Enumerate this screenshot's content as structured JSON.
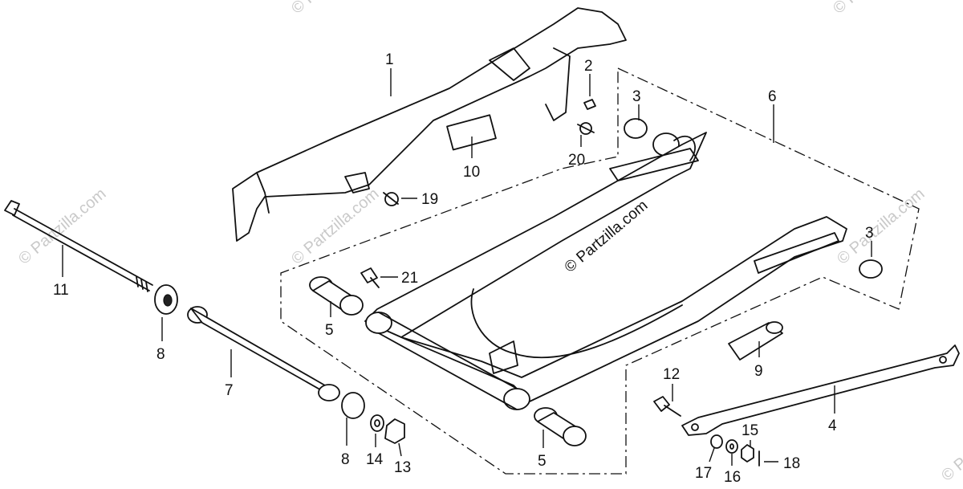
{
  "watermark": {
    "text": "© Partzilla.com",
    "color": "#c9c9c9"
  },
  "callouts": {
    "c1": "1",
    "c2": "2",
    "c3a": "3",
    "c3b": "3",
    "c4": "4",
    "c5a": "5",
    "c5b": "5",
    "c6": "6",
    "c7": "7",
    "c8a": "8",
    "c8b": "8",
    "c9": "9",
    "c10": "10",
    "c11": "11",
    "c12": "12",
    "c13": "13",
    "c14": "14",
    "c15": "15",
    "c16": "16",
    "c17": "17",
    "c18": "18",
    "c19": "19",
    "c20": "20",
    "c21": "21"
  }
}
